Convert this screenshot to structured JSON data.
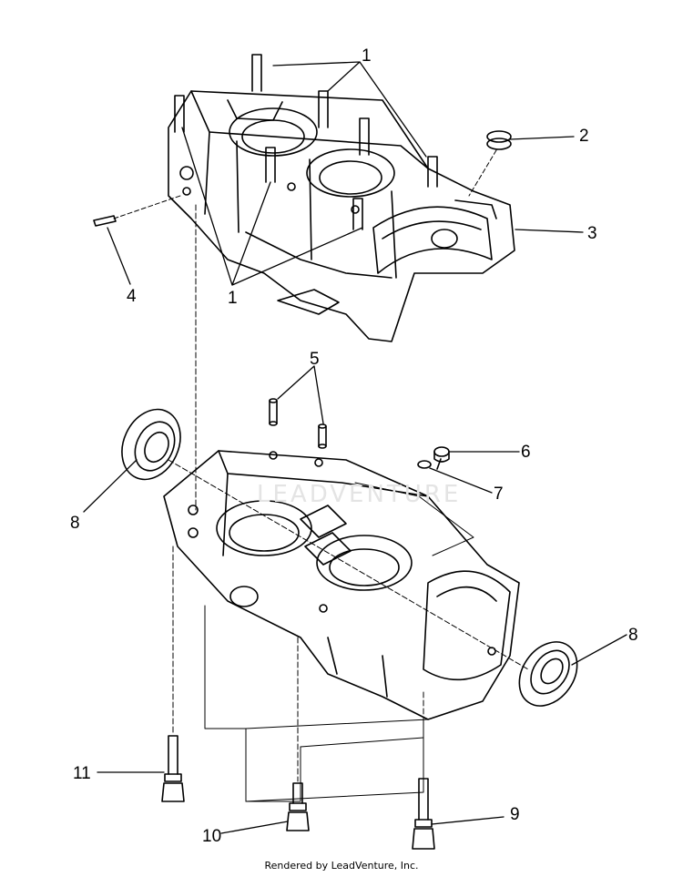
{
  "diagram": {
    "callouts": [
      {
        "id": "c1-top",
        "label": "1"
      },
      {
        "id": "c1-bottom",
        "label": "1"
      },
      {
        "id": "c2",
        "label": "2"
      },
      {
        "id": "c3",
        "label": "3"
      },
      {
        "id": "c4",
        "label": "4"
      },
      {
        "id": "c5",
        "label": "5"
      },
      {
        "id": "c6",
        "label": "6"
      },
      {
        "id": "c7",
        "label": "7"
      },
      {
        "id": "c8-left",
        "label": "8"
      },
      {
        "id": "c8-right",
        "label": "8"
      },
      {
        "id": "c9",
        "label": "9"
      },
      {
        "id": "c10",
        "label": "10"
      },
      {
        "id": "c11",
        "label": "11"
      }
    ],
    "watermark": "LEADVENTURE",
    "footer": "Rendered by LeadVenture, Inc.",
    "colors": {
      "ink": "#000000",
      "paper": "#ffffff",
      "watermark": "#e4e4e4"
    }
  }
}
